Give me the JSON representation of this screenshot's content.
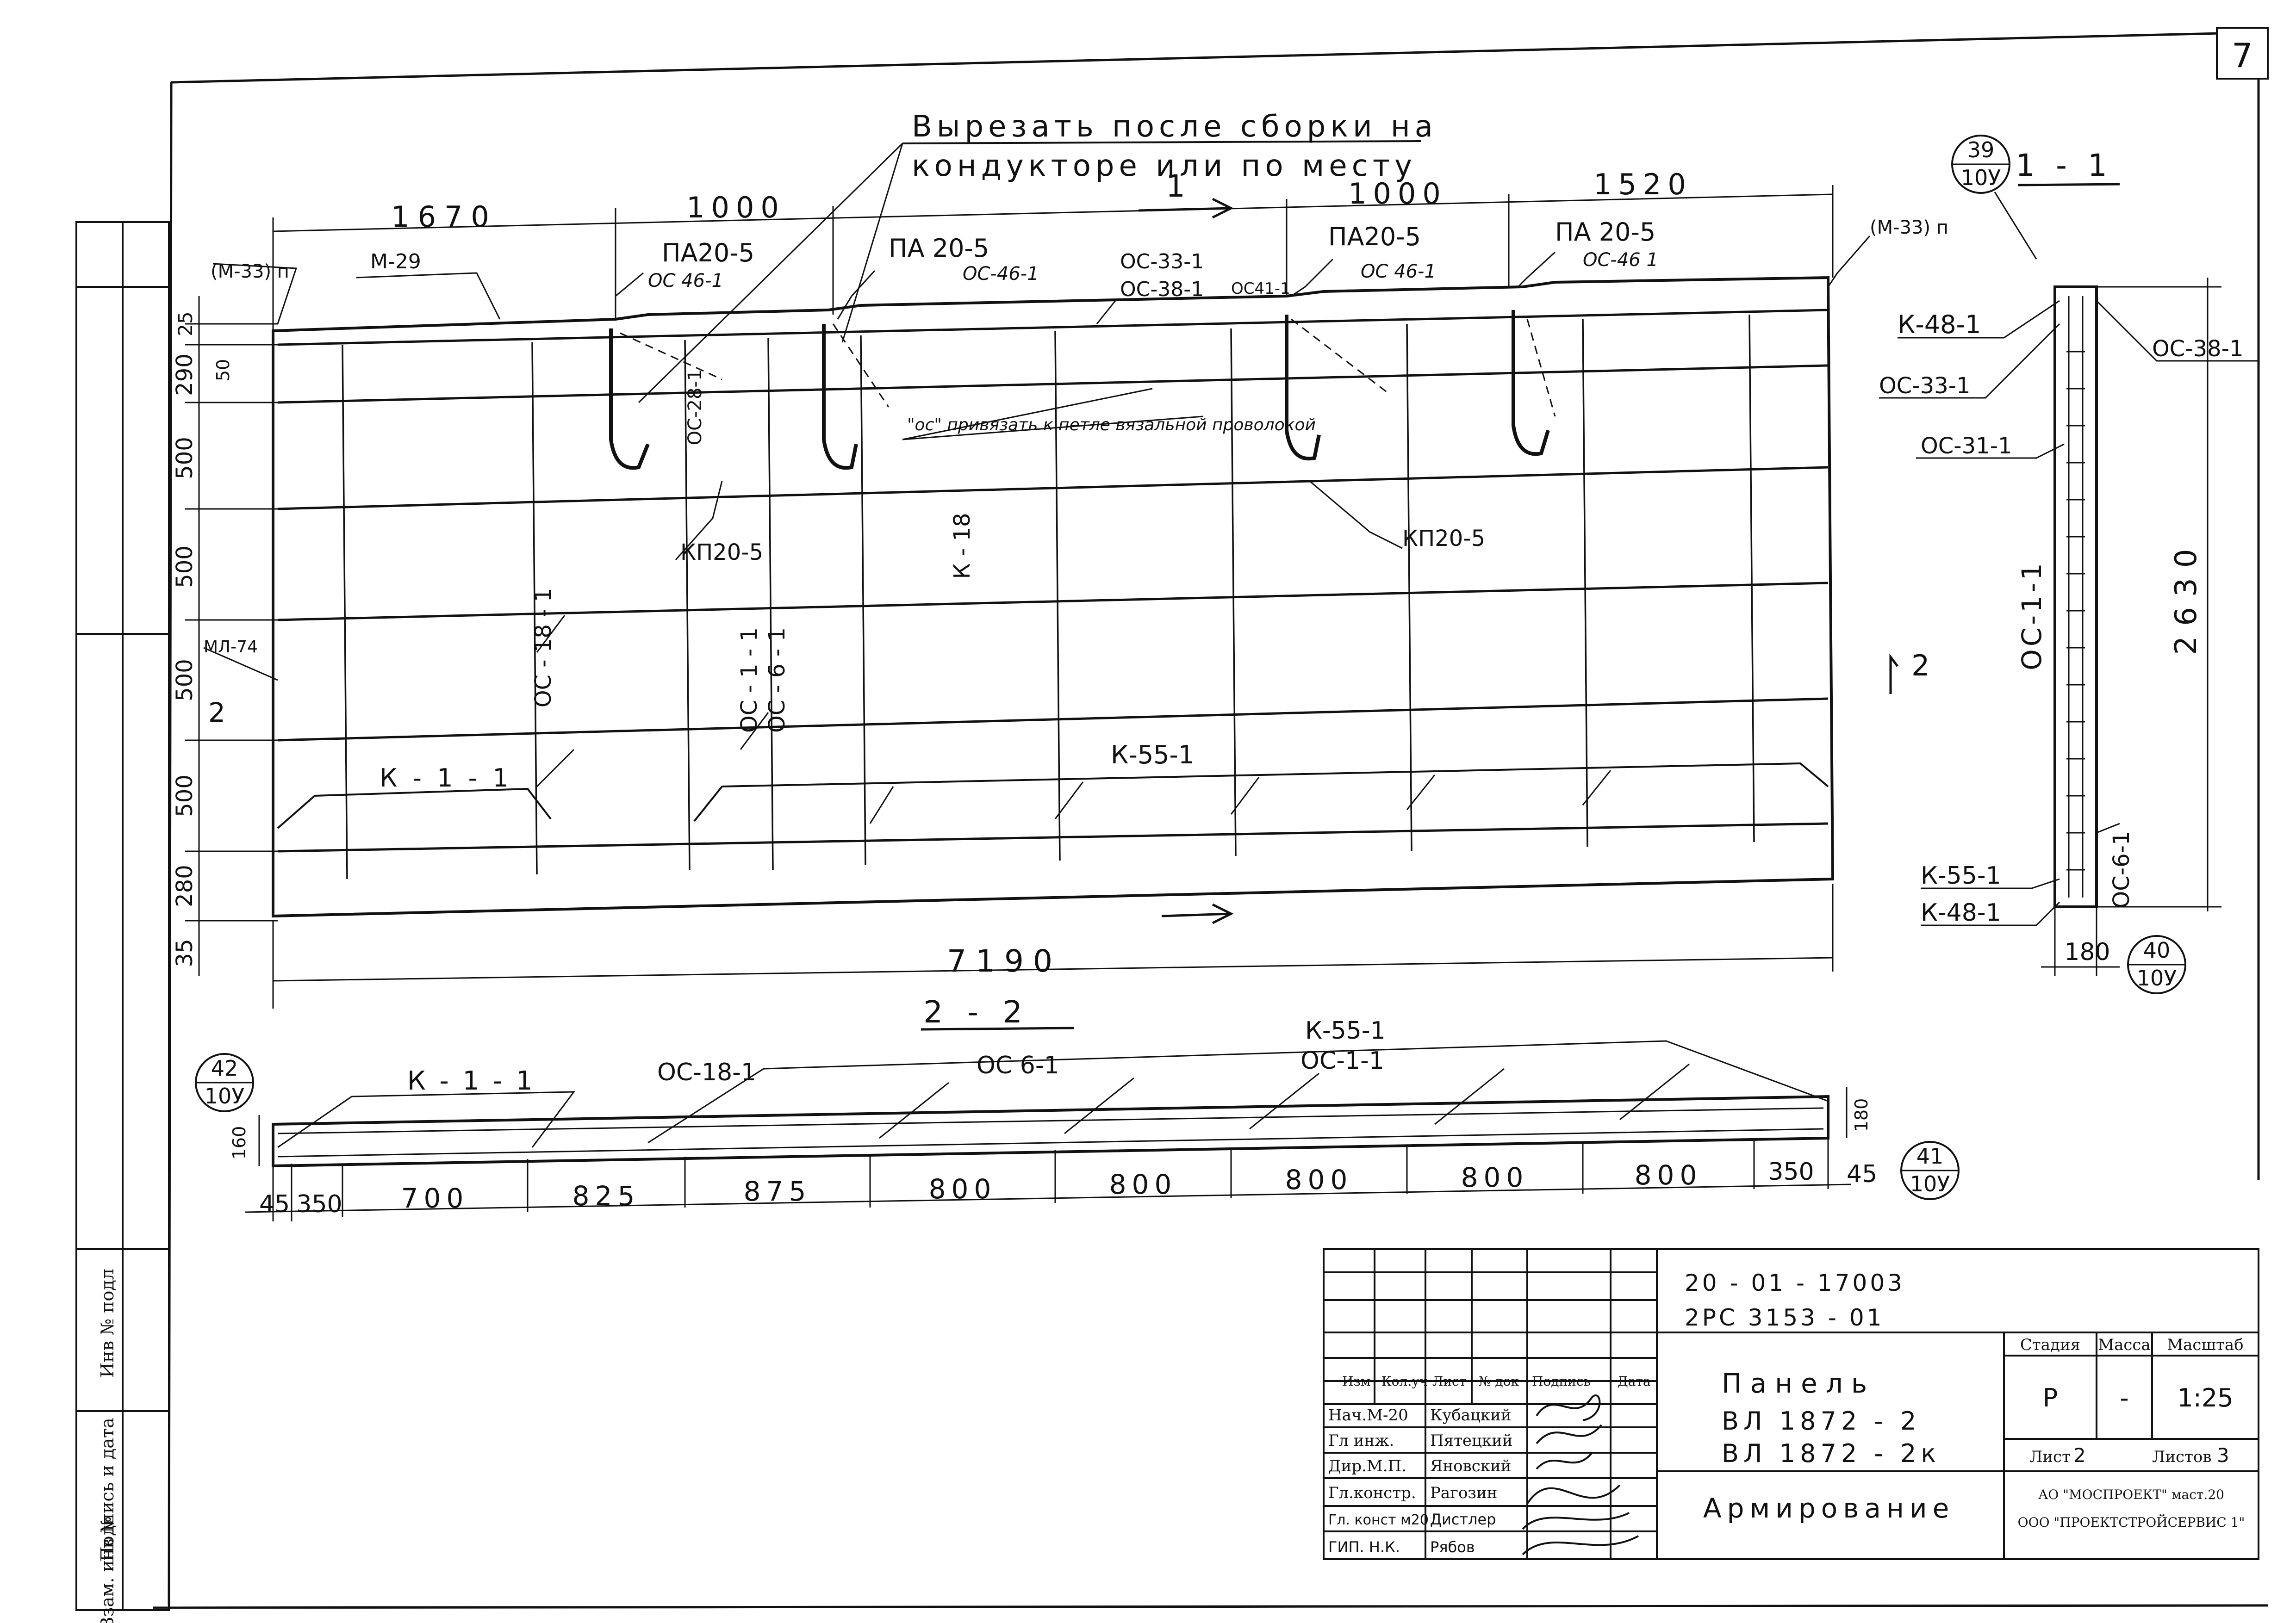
{
  "sheet": {
    "number": "7"
  },
  "note": {
    "line1": "Вырезать после сборки на",
    "line2": "кондукторе или по месту",
    "tie": "\"ос\" привязать к петле вязальной проволокой"
  },
  "main_view": {
    "top_dims": [
      "1670",
      "1000",
      "1000",
      "1520"
    ],
    "left_dims": [
      "25",
      "290",
      "500",
      "500",
      "500",
      "500",
      "280",
      "35"
    ],
    "small_dim": "50",
    "bottom_dim": "7190",
    "section_marks": {
      "s1": "1",
      "s2": "2"
    },
    "labels": {
      "m33_left": "(М-33) п",
      "m33_right": "(М-33) п",
      "m29": "М-29",
      "pa_1": "ПА20-5",
      "pa_2": "ПА 20-5",
      "pa_3": "ПА20-5",
      "pa_4": "ПА 20-5",
      "os46_1": "ОС 46-1",
      "os46_2": "ОС-46-1",
      "os46_3": "ОС 46-1",
      "os46_4": "ОС-46 1",
      "os33": "ОС-33-1",
      "os38": "ОС-38-1",
      "os41": "ОС41-1",
      "os28": "ОС-28-1",
      "kp_1": "КП20-5",
      "kp_2": "КП20-5",
      "k18": "К - 18",
      "os18": "ОС - 18 - 1",
      "os1": "ОС - 1 - 1",
      "os6": "ОС - 6 - 1",
      "k1": "К - 1 - 1",
      "k55": "К-55-1",
      "ml74": "МЛ-74",
      "mark2": "2"
    }
  },
  "section_2_2": {
    "title": "2 - 2",
    "bubble_left": {
      "top": "42",
      "bottom": "10У"
    },
    "bubble_right": {
      "top": "41",
      "bottom": "10У"
    },
    "height_left": "160",
    "height_right": "180",
    "dims": [
      "45",
      "350",
      "700",
      "825",
      "875",
      "800",
      "800",
      "800",
      "800",
      "800",
      "350",
      "45"
    ],
    "labels": {
      "k1": "К - 1 - 1",
      "os18": "ОС-18-1",
      "os6": "ОС 6-1",
      "k55": "К-55-1",
      "os1": "ОС-1-1"
    }
  },
  "section_1_1": {
    "title": "1 - 1",
    "bubble_top": {
      "top": "39",
      "bottom": "10У"
    },
    "bubble_bottom": {
      "top": "40",
      "bottom": "10У"
    },
    "height": "2630",
    "width": "180",
    "labels": {
      "k48_top": "К-48-1",
      "os33": "ОС-33-1",
      "os31": "ОС-31-1",
      "os38": "ОС-38-1",
      "os1": "ОС-1-1",
      "os6": "ОС-6-1",
      "k55": "К-55-1",
      "k48_bottom": "К-48-1"
    }
  },
  "left_stamp": {
    "inv_podl": "Инв № подл",
    "podpis_data": "Подпись и дата",
    "vzam_inv": "Взам. инв №"
  },
  "title_block": {
    "code1": "20 - 01 - 17003",
    "code2": "2РС 3153 - 01",
    "headers": {
      "izm": "Изм",
      "kol": "Кол.уч",
      "list": "Лист",
      "ndok": "№ док",
      "podpis": "Подпись",
      "data": "Дата"
    },
    "roles": [
      {
        "role": "Нач.М-20",
        "name": "Кубацкий"
      },
      {
        "role": "Гл инж.",
        "name": "Пятецкий"
      },
      {
        "role": "Дир.М.П.",
        "name": "Яновский"
      },
      {
        "role": "Гл.констр.",
        "name": "Рагозин"
      },
      {
        "role": "Гл. конст м20",
        "name": "Дистлер"
      },
      {
        "role": "ГИП. Н.К.",
        "name": "Рябов"
      }
    ],
    "name_line1": "Панель",
    "name_line2": "ВЛ 1872 - 2",
    "name_line3": "ВЛ 1872 - 2к",
    "drawing_title": "Армирование",
    "stage_header": "Стадия",
    "mass_header": "Масса",
    "scale_header": "Масштаб",
    "stage": "Р",
    "mass": "-",
    "scale": "1:25",
    "sheet_label": "Лист",
    "sheet_value": "2",
    "sheets_label": "Листов",
    "sheets_value": "3",
    "org1": "АО \"МОСПРОЕКТ\" маст.20",
    "org2": "ООО \"ПРОЕКТСТРОЙСЕРВИС 1\""
  }
}
